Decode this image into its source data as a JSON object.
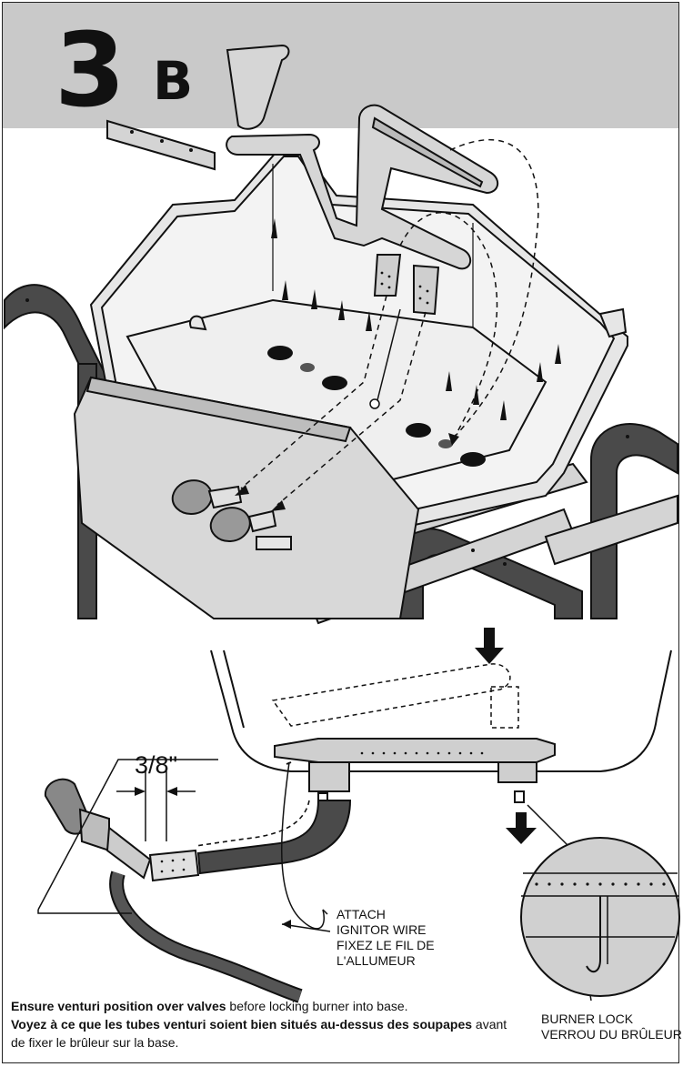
{
  "step": {
    "number": "3",
    "letter": "B"
  },
  "callouts": {
    "measurement": "3/8\"",
    "ignitor_en_1": "ATTACH",
    "ignitor_en_2": "IGNITOR WIRE",
    "ignitor_fr_1": "FIXEZ LE FIL DE",
    "ignitor_fr_2": "L'ALLUMEUR",
    "lock_en": "BURNER LOCK",
    "lock_fr": "VERROU DU BRÛLEUR"
  },
  "instructions": {
    "en_bold": "Ensure venturi position over valves",
    "en_rest": " before locking burner into base.",
    "fr_bold": "Voyez à ce que les tubes venturi soient bien situés au-dessus des soupapes",
    "fr_rest": " avant de fixer le brûleur sur la base."
  },
  "colors": {
    "header_band": "#c8c8c8",
    "panel_fill": "#d4d4d4",
    "line": "#111111",
    "inner_fill": "#ececec"
  }
}
